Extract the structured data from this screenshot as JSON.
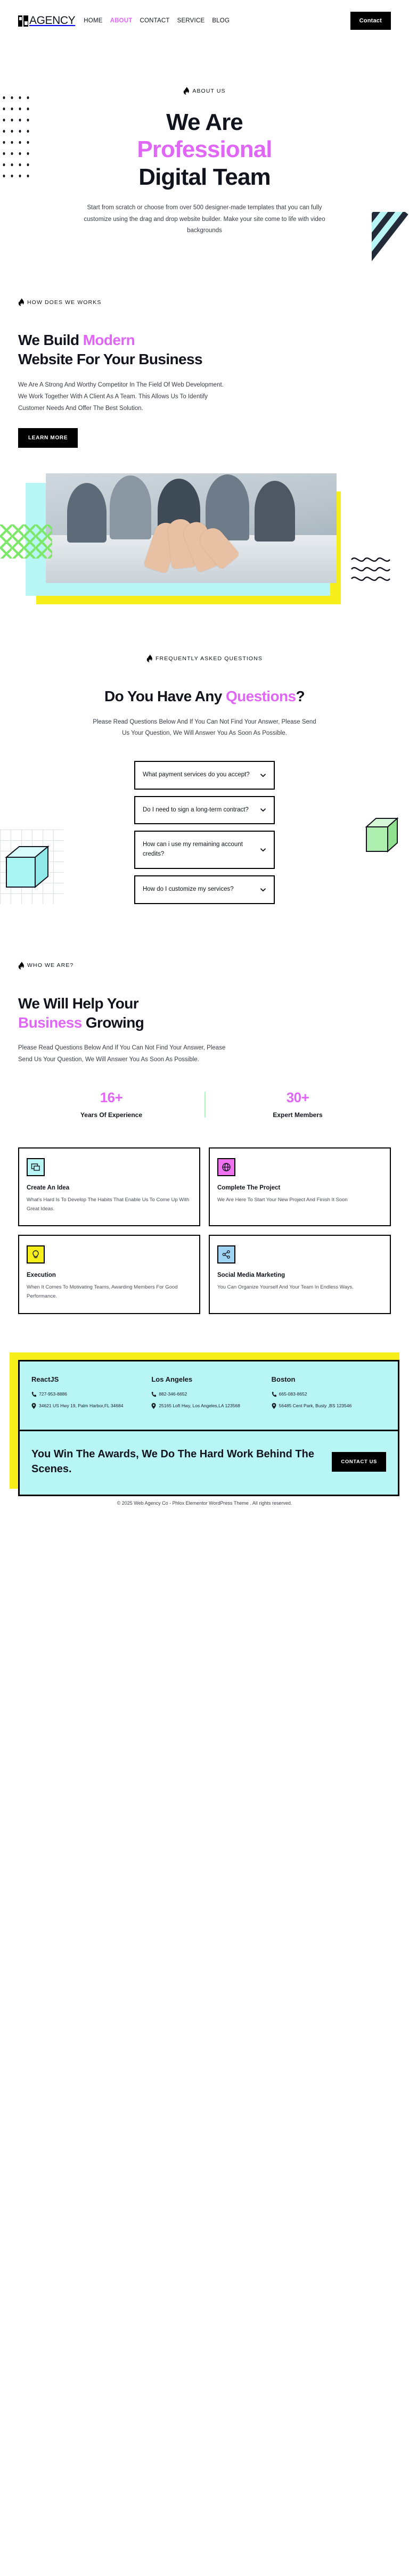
{
  "header": {
    "brand": "AGENCY",
    "logo_icon": "agency-monogram-icon",
    "nav": [
      {
        "label": "HOME",
        "active": false
      },
      {
        "label": "ABOUT",
        "active": true
      },
      {
        "label": "CONTACT",
        "active": false
      },
      {
        "label": "SERVICE",
        "active": false
      },
      {
        "label": "BLOG",
        "active": false
      }
    ],
    "cta_label": "Contact"
  },
  "hero": {
    "eyebrow": "ABOUT US",
    "title_line1": "We Are",
    "title_accent": "Professional",
    "title_line3": "Digital Team",
    "subtitle": "Start from scratch or choose from over 500 designer-made templates that you can fully customize using the drag and drop website builder. Make your site come to life with video backgrounds"
  },
  "works": {
    "eyebrow": "HOW DOES WE WORKS",
    "title_a": "We Build ",
    "title_accent": "Modern",
    "title_b": "Website For Your Business",
    "body": "We Are A Strong And Worthy Competitor In The Field Of Web Development. We Work Together With A Client As A Team. This Allows Us To Identify Customer Needs And Offer The Best Solution.",
    "button": "LEARN MORE"
  },
  "faq": {
    "eyebrow": "FREQUENTLY ASKED QUESTIONS",
    "title_a": "Do You Have Any ",
    "title_accent": "Questions",
    "title_b": "?",
    "subtitle": "Please Read Questions Below And If You Can Not Find Your Answer, Please Send Us Your Question, We Will Answer You As Soon As Possible.",
    "items": [
      {
        "question": "What payment services do you accept?"
      },
      {
        "question": "Do I need to sign a long-term contract?"
      },
      {
        "question": "How can i use my remaining account credits?"
      },
      {
        "question": "How do I customize my services?"
      }
    ]
  },
  "who": {
    "eyebrow": "WHO WE ARE?",
    "title_a": "We Will Help Your ",
    "title_accent": "Business",
    "title_b": " Growing",
    "body": "Please Read Questions Below And If You Can Not Find Your Answer, Please Send Us Your Question, We Will Answer You As Soon As Possible.",
    "stats": [
      {
        "value": "16+",
        "label": "Years Of Experience"
      },
      {
        "value": "30+",
        "label": "Expert Members"
      }
    ]
  },
  "cards": [
    {
      "icon": "browser-window-icon",
      "title": "Create An Idea",
      "text": "What's Hard Is To Develop The Habits That Enable Us To Come Up With Great Ideas."
    },
    {
      "icon": "globe-icon",
      "title": "Complete The Project",
      "text": "We Are Here To Start Your New Project And Finish It Soon"
    },
    {
      "icon": "lightbulb-icon",
      "title": "Execution",
      "text": "When It Comes To Motivating Teams, Awarding Members For Good Performance."
    },
    {
      "icon": "share-network-icon",
      "title": "Social Media Marketing",
      "text": "You Can Organize Yourself And Your Team In Endless Ways."
    }
  ],
  "contact": {
    "locations": [
      {
        "name": "ReactJS",
        "phone_icon": "phone-icon",
        "phone": "727-953-8886",
        "pin_icon": "location-pin-icon",
        "address": "34621 US Hwy 19, Palm Harbor,FL 34684"
      },
      {
        "name": "Los Angeles",
        "phone_icon": "phone-icon",
        "phone": "882-346-6652",
        "pin_icon": "location-pin-icon",
        "address": "25165 Loft Hwy, Los Angeles,LA 123568"
      },
      {
        "name": "Boston",
        "phone_icon": "phone-icon",
        "phone": "665-083-8652",
        "pin_icon": "location-pin-icon",
        "address": "56485 Cent Park, Busty ,BS 123546"
      }
    ],
    "headline": "You Win The Awards, We Do The Hard Work Behind The Scenes.",
    "button": "CONTACT US"
  },
  "footer": {
    "copyright": "© 2025 Web Agency Co - Phlox Elementor WordPress Theme . All rights reserved."
  },
  "colors": {
    "accent_pink": "#e066f5",
    "cyan": "#b8f5f5",
    "yellow": "#f7ef1b",
    "green": "#a8f5c0",
    "dark": "#12141d"
  }
}
